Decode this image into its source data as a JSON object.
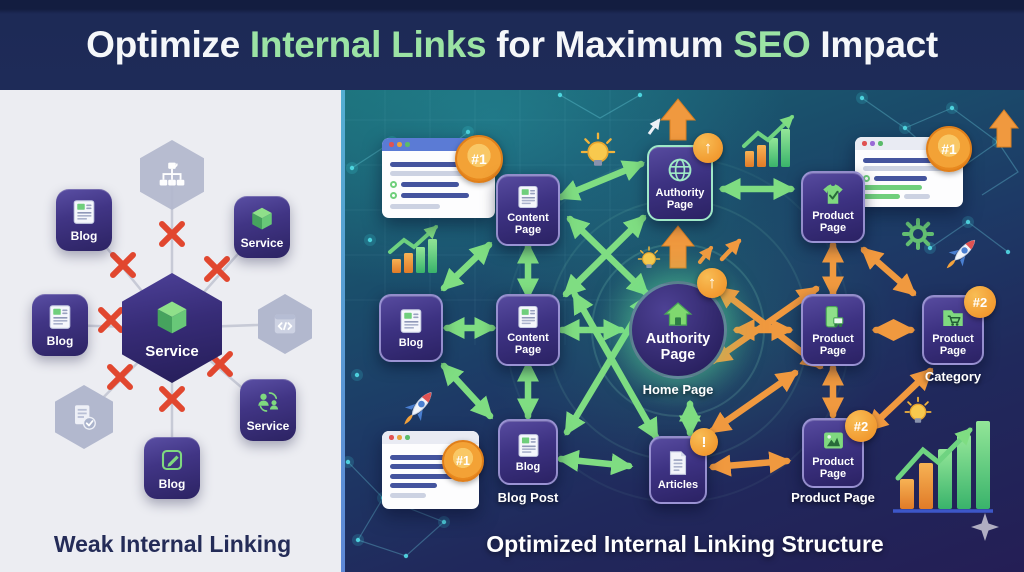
{
  "header": {
    "parts": [
      {
        "text": "Optimize ",
        "color": "#f5f7fa"
      },
      {
        "text": "Internal Links",
        "color": "#9be3a4"
      },
      {
        "text": " for Maximum ",
        "color": "#f5f7fa"
      },
      {
        "text": "SEO",
        "color": "#9be3a4"
      },
      {
        "text": " Impact",
        "color": "#f5f7fa"
      }
    ]
  },
  "left": {
    "caption": "Weak Internal Linking",
    "center_label": "Service",
    "nodes": {
      "blog_tl": "Blog",
      "service_tr": "Service",
      "blog_ml": "Blog",
      "service_br": "Service",
      "blog_bc": "Blog"
    }
  },
  "right": {
    "caption": "Optimized Internal Linking Structure",
    "nodes": {
      "content_top": {
        "label": "Content Page"
      },
      "authority_top": {
        "label": "Authority Page"
      },
      "product_tshirt": {
        "label": "Product Page"
      },
      "blog": {
        "label": "Blog"
      },
      "content_mid": {
        "label": "Content Page"
      },
      "home": {
        "label": "Authority Page",
        "sublabel": "Home Page"
      },
      "product_device": {
        "label": "Product Page"
      },
      "product_category": {
        "label": "Product Page",
        "sublabel": "Category",
        "badge": "#2"
      },
      "blog_post": {
        "label": "Blog",
        "sublabel": "Blog Post"
      },
      "articles": {
        "label": "Articles",
        "badge": "!"
      },
      "product_image": {
        "label": "Product Page",
        "sublabel": "Product Page",
        "badge": "#2"
      }
    },
    "badges": {
      "rank1": "#1",
      "rank2": "#2",
      "alert": "!",
      "up": "↑"
    }
  },
  "colors": {
    "header_bg": "#1d2a56",
    "accent_green_text": "#9be3a4",
    "arrow_green": "#7fdd82",
    "arrow_orange": "#f0993f",
    "x_red": "#e1472f",
    "node_purple": "#3d3282",
    "left_panel_bg": "#ecedf2"
  }
}
